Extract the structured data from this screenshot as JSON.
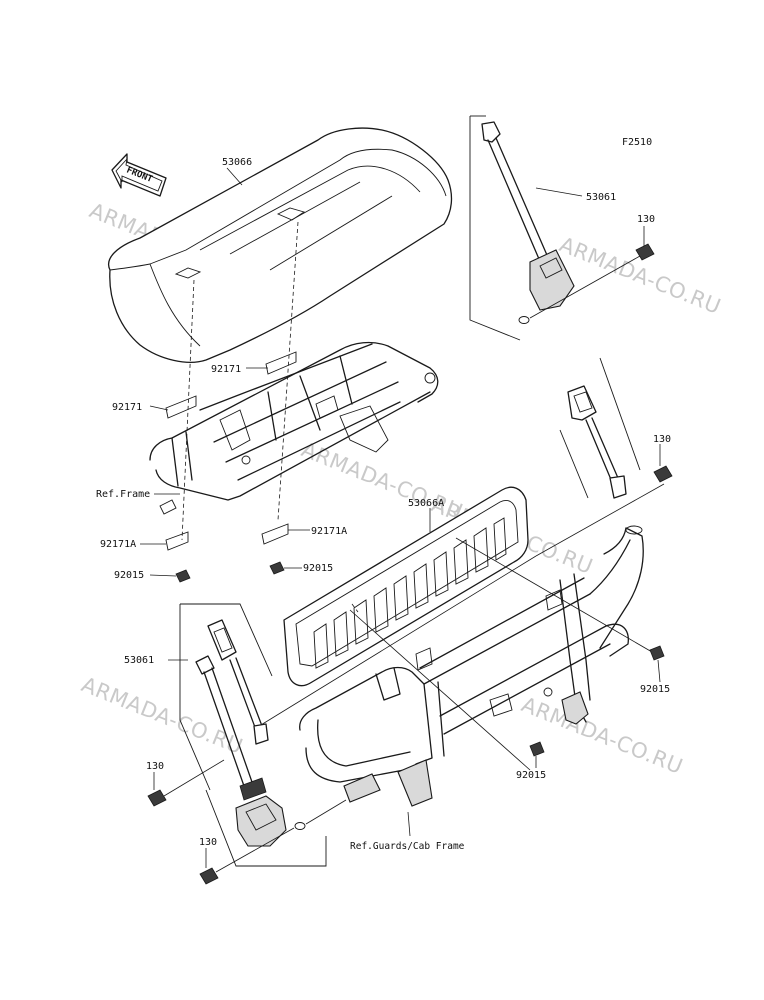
{
  "figure_code": "F2510",
  "front_badge": "FRONT",
  "watermarks": [
    "ARMADA-CO.RU",
    "ARMADA-CO.RU",
    "ARMADA-CO.RU",
    "ARMADA-CO.RU",
    "ARMADA-CO.RU",
    "ARMADA-CO.RU"
  ],
  "labels": {
    "seat": "53066",
    "seat_belt_right": "53061",
    "bolt_top_right": "130",
    "bolt_mid_right": "130",
    "clip_top": "92171",
    "clip_left": "92171",
    "ref_frame": "Ref.Frame",
    "backrest": "53066A",
    "clip_a_left": "92171A",
    "clip_a_right": "92171A",
    "nut_left": "92015",
    "nut_center": "92015",
    "nut_right": "92015",
    "nut_bottom": "92015",
    "seat_belt_left": "53061",
    "bolt_left": "130",
    "bolt_bottom": "130",
    "ref_guards": "Ref.Guards/Cab Frame"
  },
  "colors": {
    "line": "#1a1a1a",
    "watermark": "#c9c9c9",
    "background": "#ffffff"
  }
}
